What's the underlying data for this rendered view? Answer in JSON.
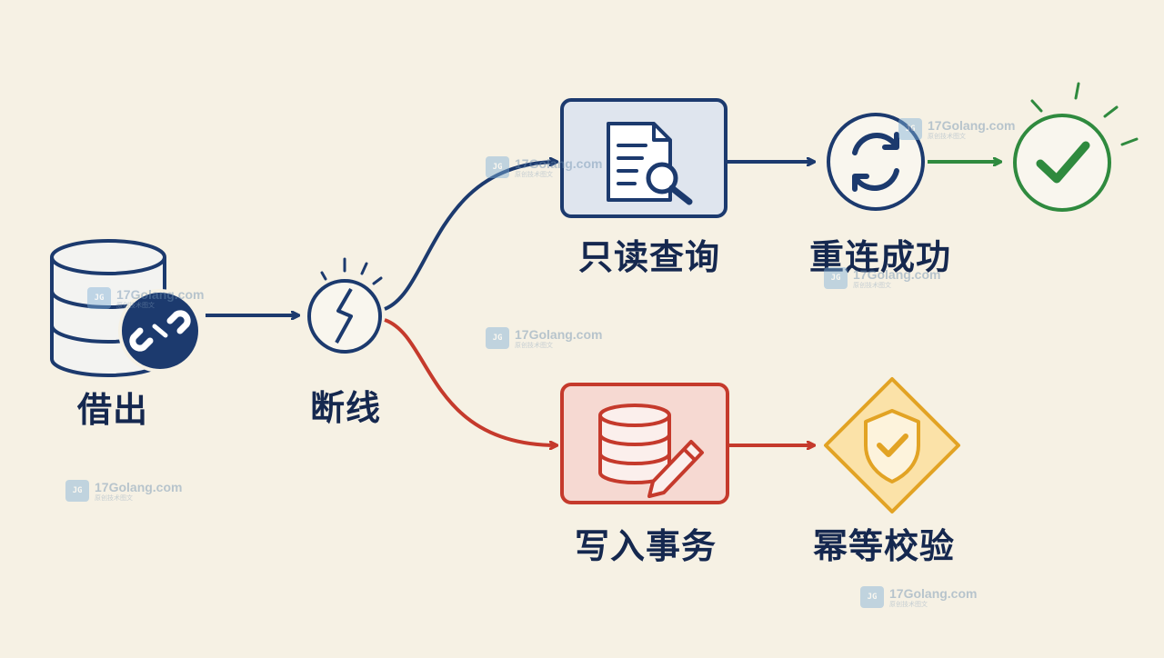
{
  "nodes": {
    "borrow": {
      "label": "借出"
    },
    "disconnect": {
      "label": "断线"
    },
    "readonly": {
      "label": "只读查询"
    },
    "reconnect": {
      "label": "重连成功"
    },
    "write": {
      "label": "写入事务"
    },
    "idempotent": {
      "label": "幂等校验"
    }
  },
  "watermark": {
    "name": "17Golang.com",
    "sub": "原创技术图文",
    "badge": "JG"
  },
  "colors": {
    "navy": "#1c3a6e",
    "red": "#c53a2c",
    "green": "#2f8a3e",
    "amber": "#e2a324",
    "paper": "#f6f1e4"
  },
  "icons": {
    "borrow": "database-broken-link-icon",
    "disconnect": "lightning-break-icon",
    "readonly": "document-search-icon",
    "reconnect": "refresh-icon",
    "success": "check-circle-icon",
    "write": "database-edit-icon",
    "idempotent": "shield-check-icon"
  }
}
